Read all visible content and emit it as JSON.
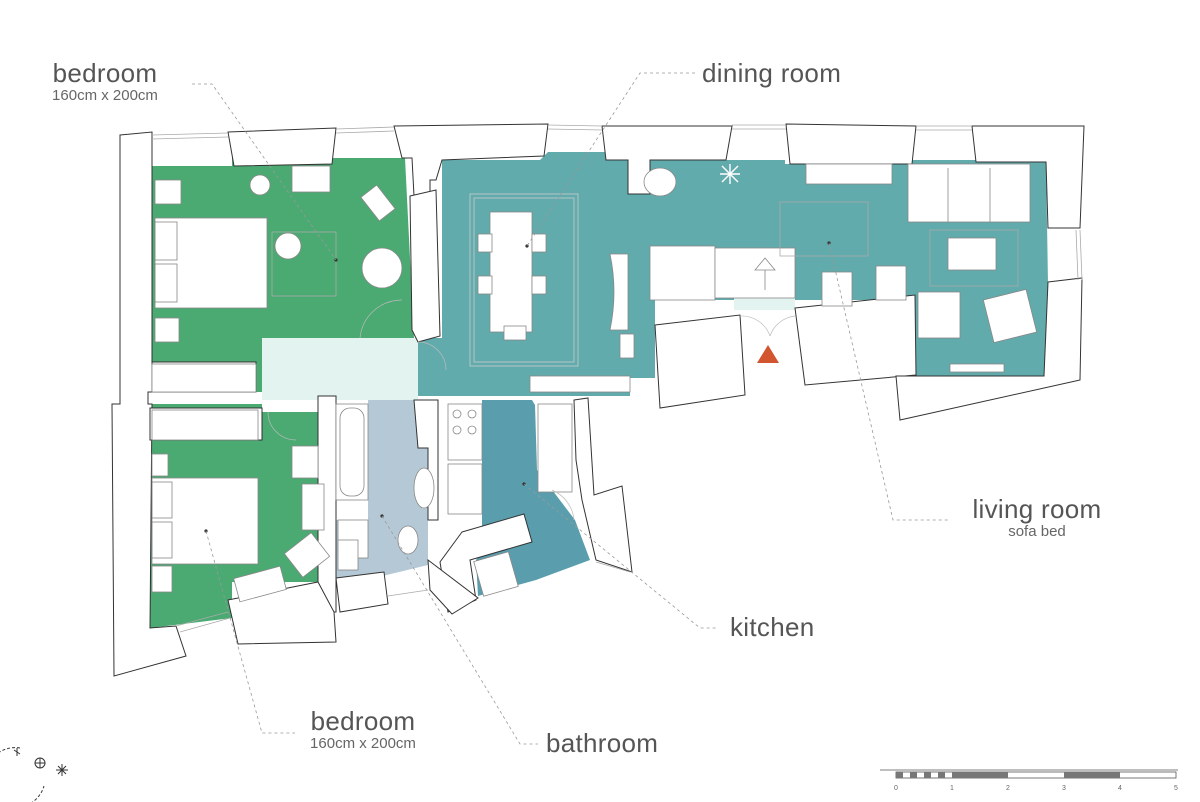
{
  "labels": {
    "bedroom_top": {
      "name": "bedroom",
      "size": "160cm x 200cm"
    },
    "dining": {
      "name": "dining room"
    },
    "living": {
      "name": "living room",
      "note": "sofa bed"
    },
    "kitchen": {
      "name": "kitchen"
    },
    "bedroom_bottom": {
      "name": "bedroom",
      "size": "160cm x 200cm"
    },
    "bathroom": {
      "name": "bathroom"
    }
  },
  "scale_bar": {
    "ticks": [
      "0",
      "1",
      "2",
      "3",
      "4",
      "5"
    ]
  },
  "colors": {
    "bedroom": "#4aaa72",
    "dining_living": "#62abad",
    "kitchen": "#5a9eae",
    "bathroom": "#b5c8d6",
    "corridor": "#e3f3f0",
    "entrance_marker": "#d2552f",
    "wall": "#333333"
  },
  "icons": [
    "compass-icon",
    "entrance-triangle-icon"
  ]
}
